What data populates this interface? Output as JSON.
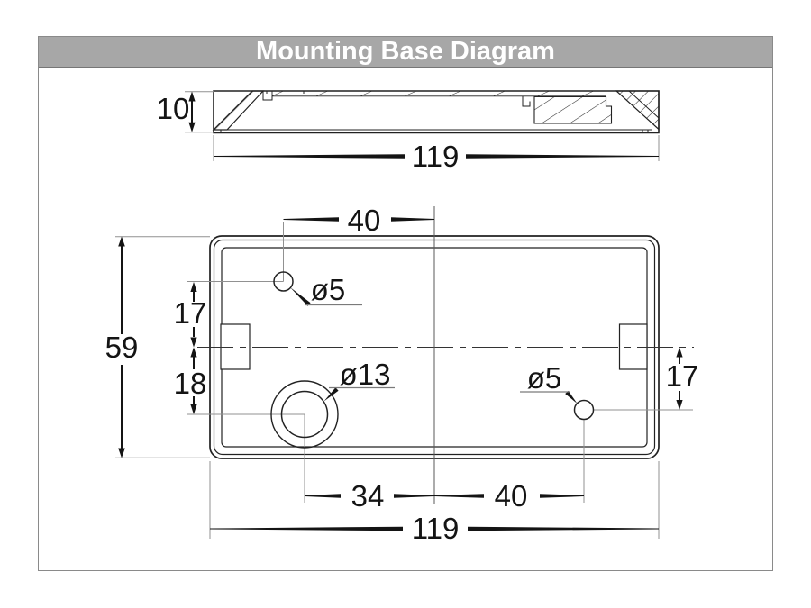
{
  "title": "Mounting Base Diagram",
  "side_view": {
    "description": "cross-section profile of mounting base",
    "thickness": "10",
    "length": "119"
  },
  "plan_view": {
    "description": "plan view of mounting base with fixing holes",
    "overall_length": "119",
    "overall_width": "59",
    "top_hole_offset_from_center": "40",
    "top_hole_diameter": "ø5",
    "top_hole_to_centerline": "17",
    "centerline_to_large_hole": "18",
    "large_hole_diameter": "ø13",
    "large_hole_offset_from_center": "34",
    "right_hole_offset_from_center": "40",
    "right_hole_diameter": "ø5",
    "right_hole_to_centerline": "17"
  }
}
